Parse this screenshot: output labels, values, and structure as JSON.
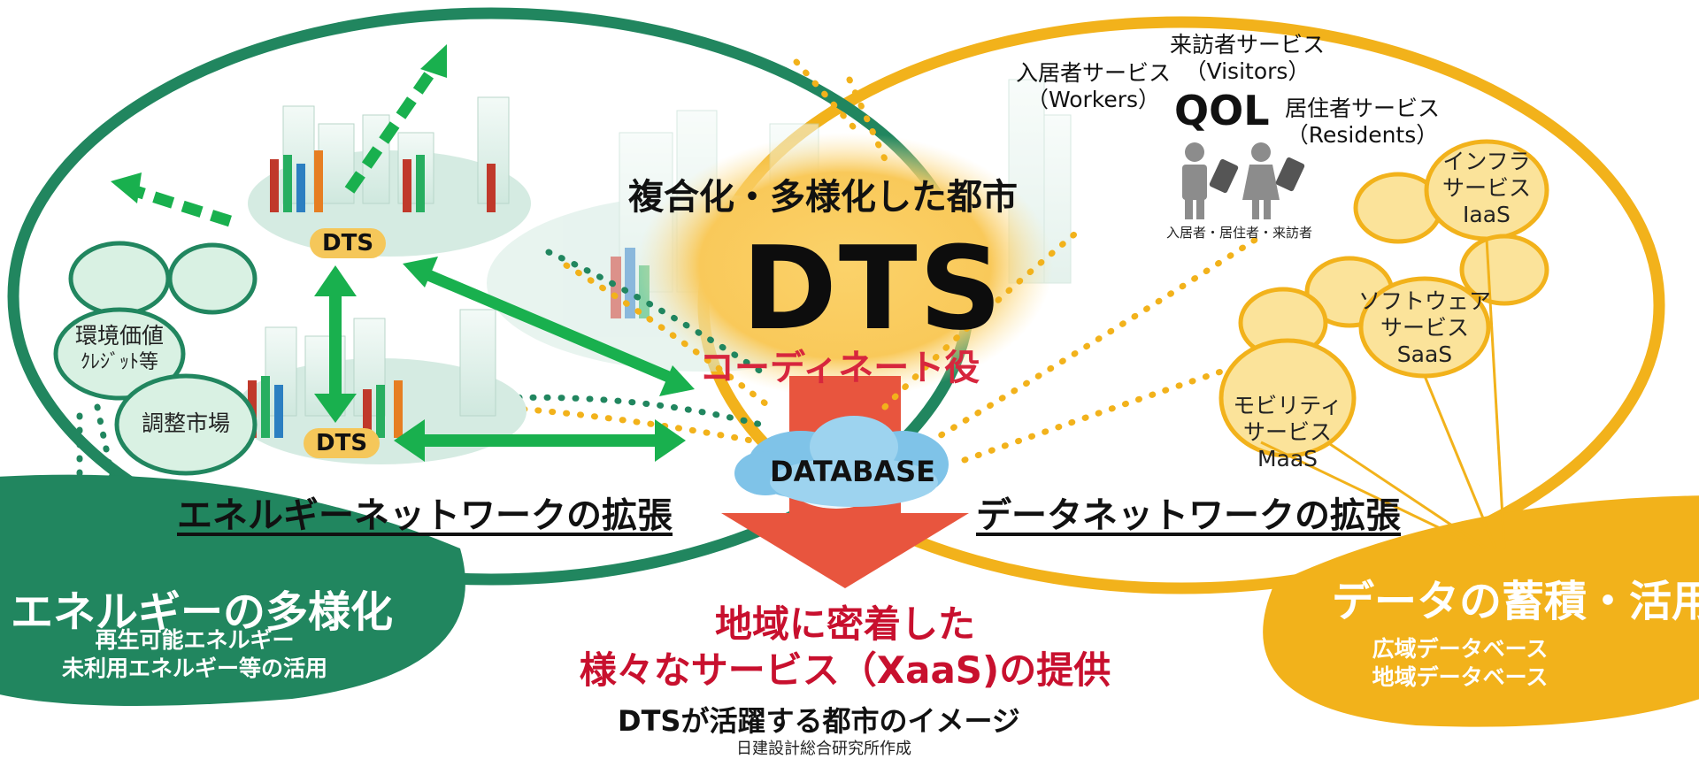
{
  "header": {
    "city_title": "複合化・多様化した都市",
    "dts": "DTS",
    "coordinator": "コーディネート役"
  },
  "left": {
    "city_label_top": "DTS",
    "city_label_bottom": "DTS",
    "bubble_env": [
      "環境価値",
      "ｸﾚｼﾞｯﾄ等"
    ],
    "bubble_market": "調整市場",
    "network_heading": "エネルギーネットワークの拡張",
    "blob_title": "エネルギーの多様化",
    "blob_sub": [
      "再生可能エネルギー",
      "未利用エネルギー等の活用"
    ]
  },
  "center": {
    "database": "DATABASE",
    "services": [
      "地域に密着した",
      "様々なサービス（XaaS)の提供"
    ],
    "caption": "DTSが活躍する都市のイメージ",
    "credit": "日建設計総合研究所作成"
  },
  "right": {
    "visitors": [
      "来訪者サービス",
      "（Visitors）"
    ],
    "workers": [
      "入居者サービス",
      "（Workers）"
    ],
    "residents": [
      "居住者サービス",
      "（Residents）"
    ],
    "qol": "QOL",
    "people_caption": "入居者・居住者・来訪者",
    "infra": [
      "インフラ",
      "サービス",
      "IaaS"
    ],
    "software": [
      "ソフトウェア",
      "サービス",
      "SaaS"
    ],
    "mobility": [
      "モビリティ",
      "サービス",
      "MaaS"
    ],
    "network_heading": "データネットワークの拡張",
    "blob_title": "データの蓄積・活用",
    "blob_sub": [
      "広域データベース",
      "地域データベース"
    ]
  },
  "colors": {
    "green": "#21865f",
    "bright_green": "#19b04e",
    "yellow": "#f2b21b",
    "light_yellow": "#fbe39a",
    "red": "#e8553e",
    "text_red": "#c8102e"
  }
}
